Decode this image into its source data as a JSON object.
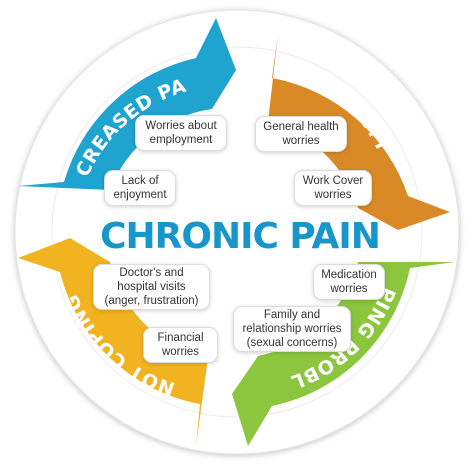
{
  "title": "CHRONIC PAIN",
  "segments": [
    {
      "label": "INCREASED PAIN",
      "color": "#1fa3cf"
    },
    {
      "label": "ANXIETY",
      "color": "#d98a26"
    },
    {
      "label": "SLEEPING PROBLEMS",
      "color": "#8cc63e"
    },
    {
      "label": "NOT COPING",
      "color": "#f2b320"
    }
  ],
  "bubbles": {
    "employment": "Worries about\nemployment",
    "health": "General health\nworries",
    "enjoyment": "Lack of\nenjoyment",
    "workcover": "Work Cover\nworries",
    "doctors": "Doctor's and\nhospital visits\n(anger, frustration)",
    "medication": "Medication\nworries",
    "financial": "Financial\nworries",
    "family": "Family and\nrelationship worries\n(sexual concerns)"
  }
}
